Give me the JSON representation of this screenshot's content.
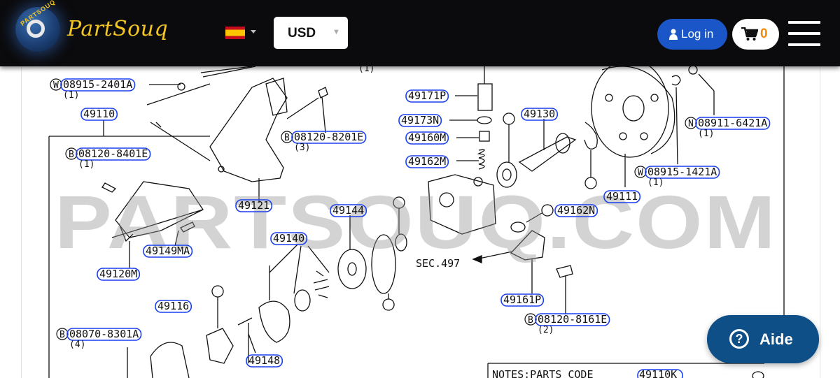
{
  "header": {
    "logo_text": "PartSouq",
    "logo_badge": "PARTSOUQ",
    "currency": "USD",
    "login_label": "Log in",
    "cart_count": "0"
  },
  "diagram": {
    "watermark": "PARTSOUQ.COM",
    "sec_ref": "SEC.497",
    "notes_text": "NOTES:PARTS CODE",
    "notes_code": "49110K",
    "top_qty": "(1)",
    "parts": [
      {
        "code": "08915-2401A",
        "prefix": "W",
        "qty": "(1)"
      },
      {
        "code": "49110"
      },
      {
        "code": "08120-8401E",
        "prefix": "B",
        "qty": "(1)"
      },
      {
        "code": "49121"
      },
      {
        "code": "49149MA"
      },
      {
        "code": "49120M"
      },
      {
        "code": "49140"
      },
      {
        "code": "49144"
      },
      {
        "code": "49116"
      },
      {
        "code": "08070-8301A",
        "prefix": "B",
        "qty": "(4)"
      },
      {
        "code": "49148"
      },
      {
        "code": "08120-8201E",
        "prefix": "B",
        "qty": "(3)"
      },
      {
        "code": "49171P"
      },
      {
        "code": "49173N"
      },
      {
        "code": "49160M"
      },
      {
        "code": "49162M"
      },
      {
        "code": "49130"
      },
      {
        "code": "49162N"
      },
      {
        "code": "49161P"
      },
      {
        "code": "08120-8161E",
        "prefix": "B",
        "qty": "(2)"
      },
      {
        "code": "49111"
      },
      {
        "code": "08915-1421A",
        "prefix": "W",
        "qty": "(1)"
      },
      {
        "code": "08911-6421A",
        "prefix": "N",
        "qty": "(1)"
      }
    ]
  },
  "help": {
    "label": "Aide",
    "icon": "question-icon"
  }
}
